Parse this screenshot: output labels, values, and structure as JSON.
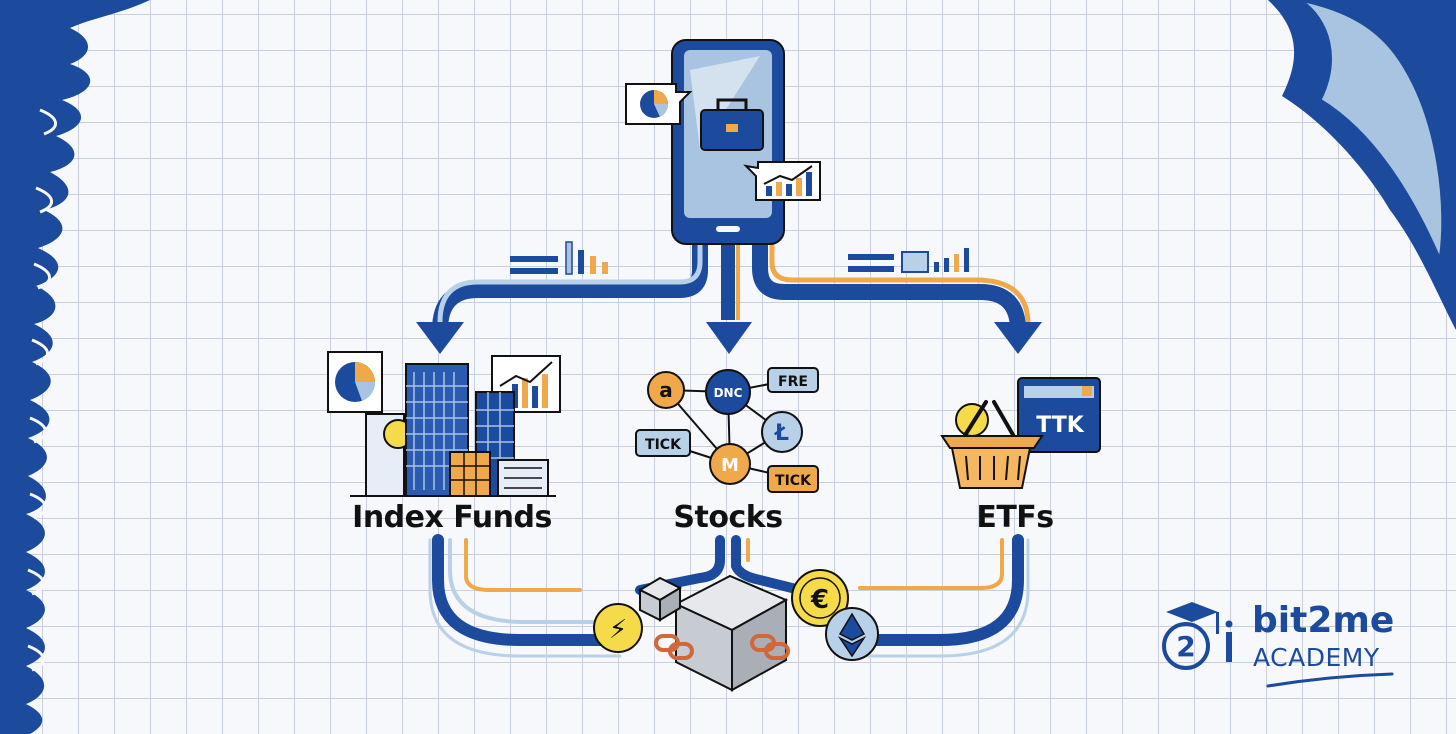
{
  "labels": {
    "index_funds": "Index Funds",
    "stocks": "Stocks",
    "etfs": "ETFs"
  },
  "network_nodes": {
    "dnc": "DNC",
    "fre": "FRE",
    "tick_left": "TICK",
    "tick_right": "TICK",
    "amazon_glyph": "a",
    "litecoin_glyph": "Ł",
    "m_glyph": "M"
  },
  "etf_screen": "TTK",
  "coins": {
    "euro": "€",
    "lightning": "⚡"
  },
  "brand": {
    "number": "2",
    "name": "bit2me",
    "sub": "ACADEMY"
  },
  "colors": {
    "navy": "#1c4a9c",
    "orange": "#f0a94a",
    "light_blue": "#b9d1e8",
    "coin_yellow": "#f5da4a"
  }
}
